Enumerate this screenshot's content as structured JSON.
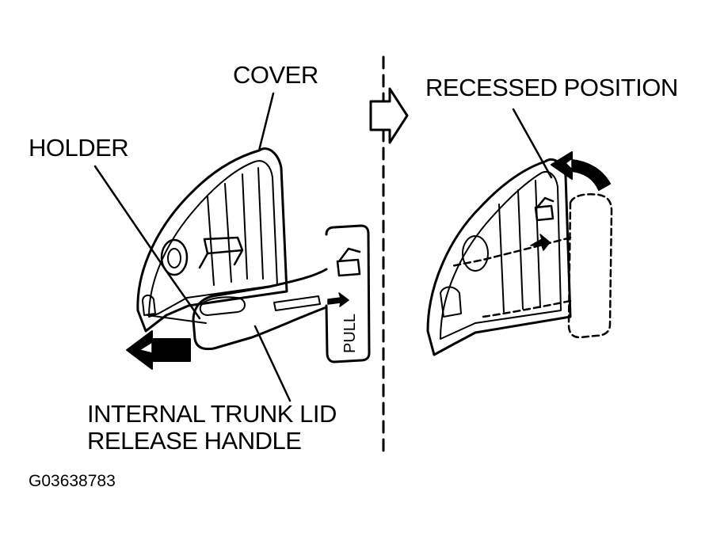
{
  "labels": {
    "cover": "COVER",
    "holder": "HOLDER",
    "recessed_position": "RECESSED POSITION",
    "handle_line1": "INTERNAL TRUNK LID",
    "handle_line2": "RELEASE HANDLE",
    "pull": "PULL",
    "figure_id": "G03638783"
  },
  "colors": {
    "ink": "#000000",
    "paper": "#ffffff"
  },
  "icons": [
    "push-arrow-icon",
    "transition-arrow-icon",
    "rotate-arrow-icon",
    "open-trunk-icon"
  ]
}
